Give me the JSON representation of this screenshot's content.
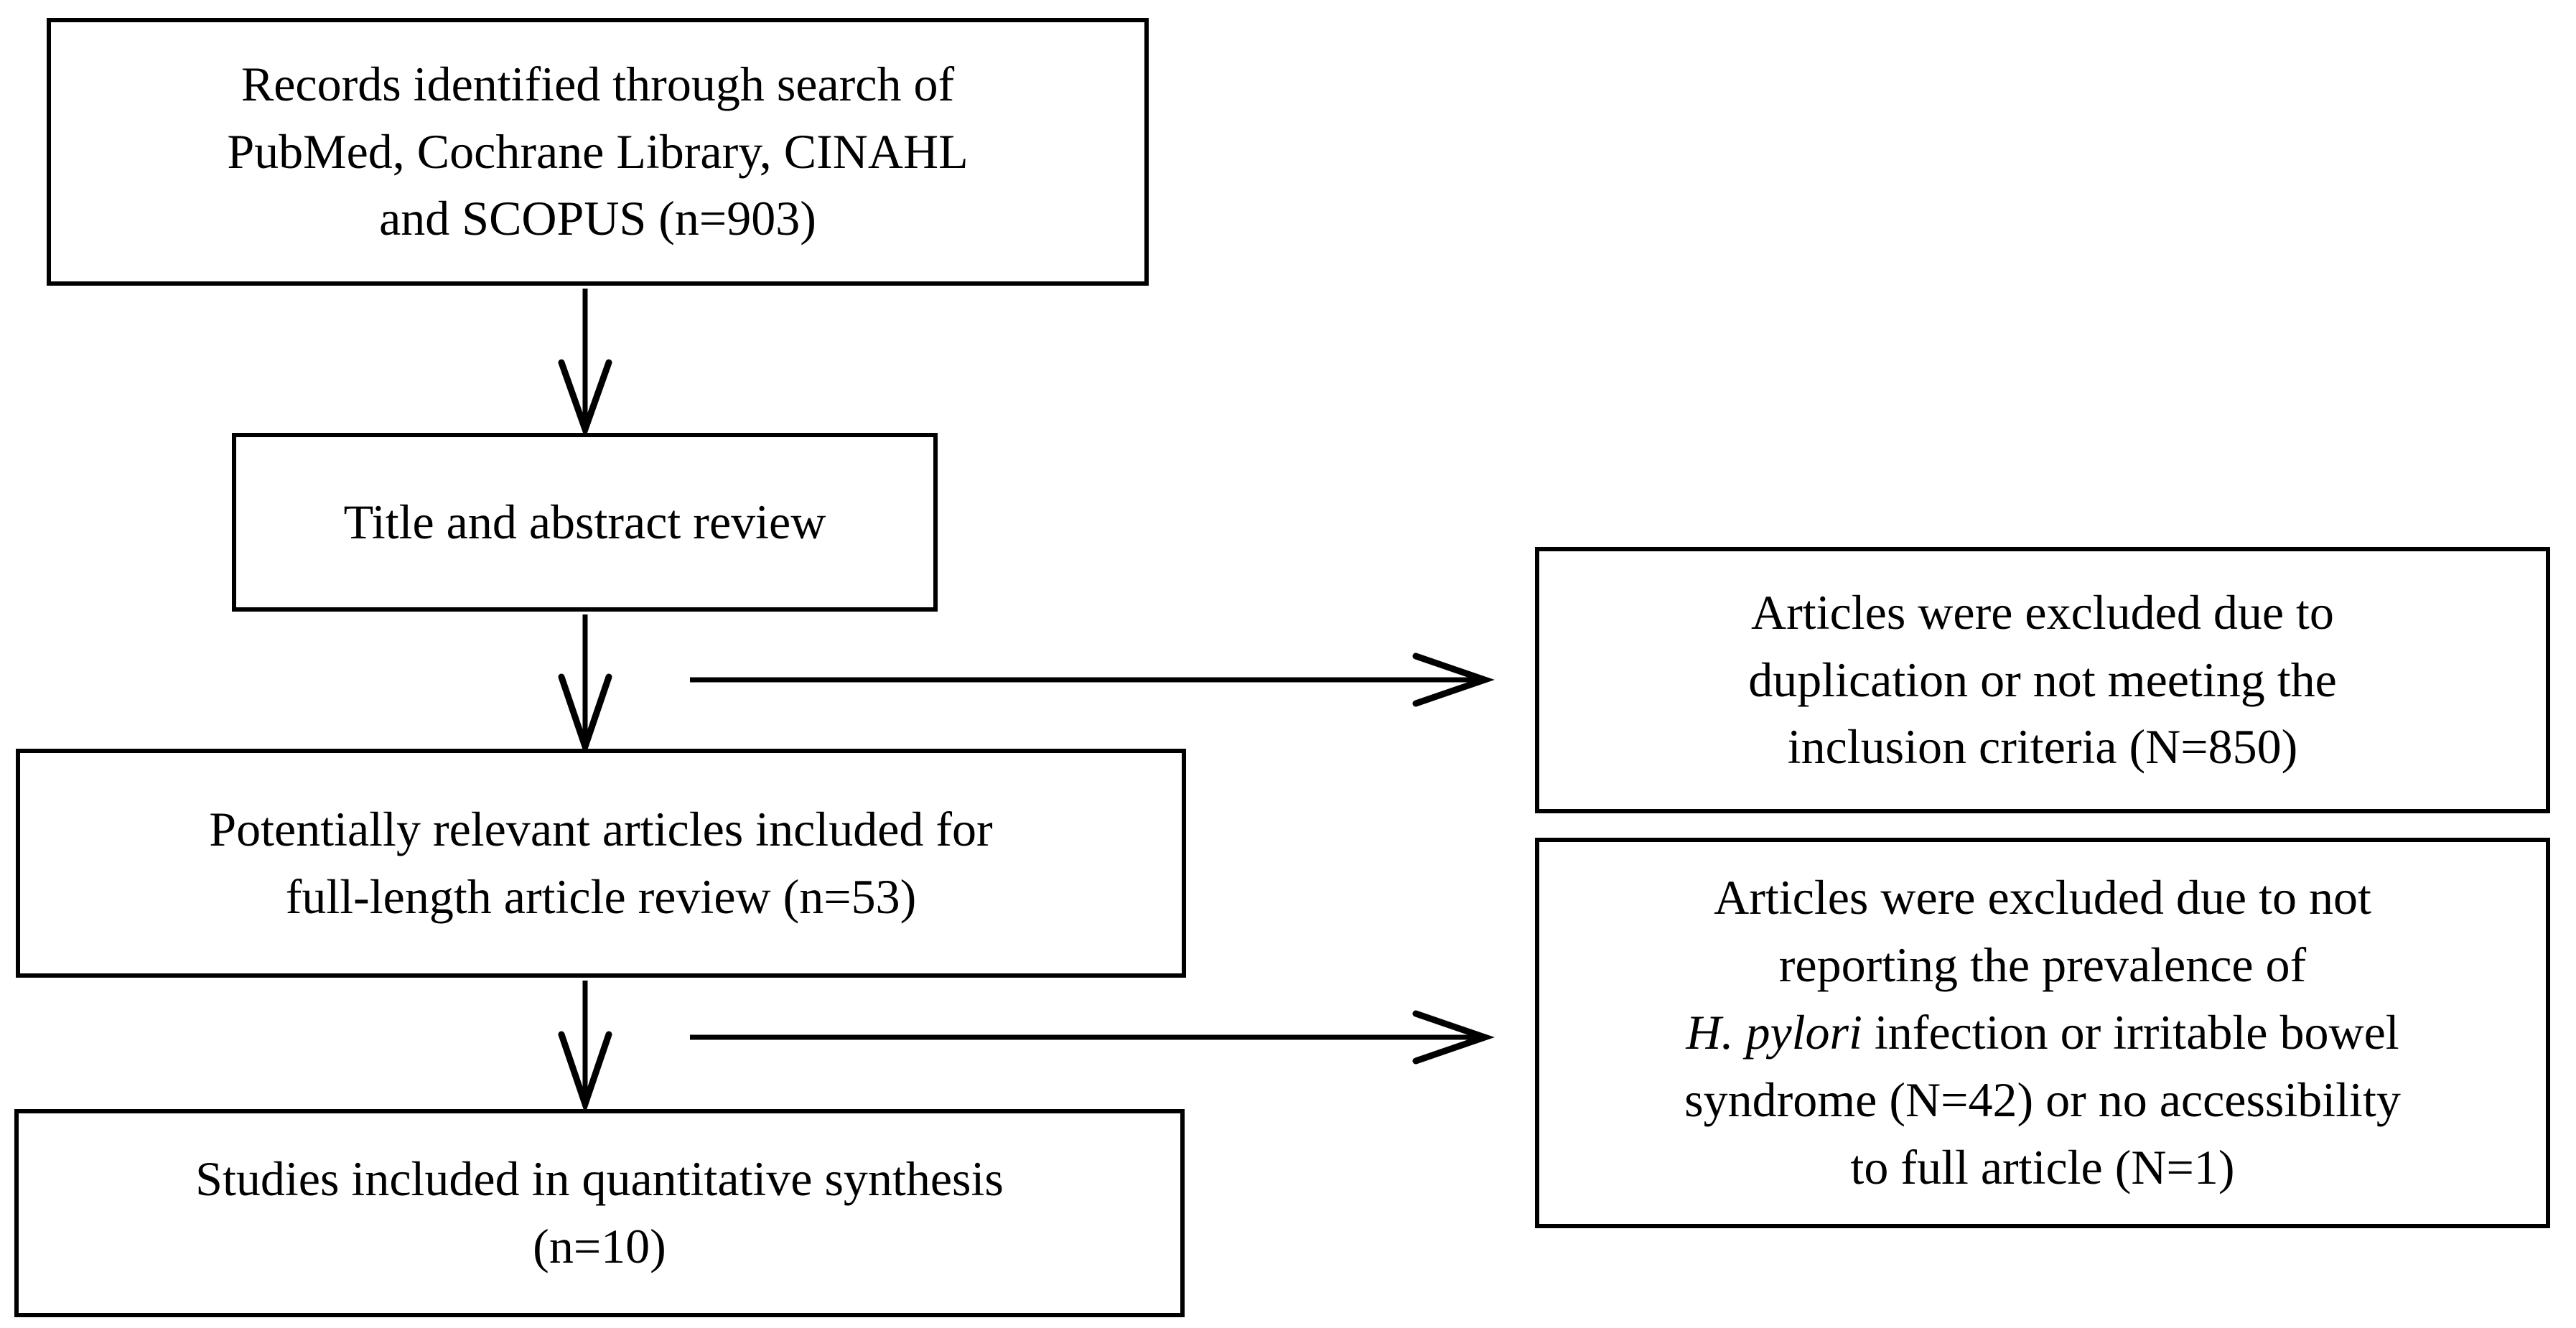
{
  "diagram": {
    "type": "flowchart",
    "subject": "study-selection-flow",
    "colors": {
      "background": "#ffffff",
      "stroke": "#000000",
      "text": "#000000"
    },
    "nodes": {
      "records": {
        "text": "Records identified through search of\nPubMed, Cochrane Library, CINAHL\nand SCOPUS (n=903)",
        "count": 903,
        "databases": [
          "PubMed",
          "Cochrane Library",
          "CINAHL",
          "SCOPUS"
        ]
      },
      "title_abstract_review": {
        "text": "Title and abstract review"
      },
      "full_length_review": {
        "text": "Potentially relevant articles included for\nfull-length article review (n=53)",
        "count": 53
      },
      "quantitative_synthesis": {
        "text": "Studies included in quantitative synthesis\n(n=10)",
        "count": 10
      },
      "excluded_duplication": {
        "text": "Articles were excluded due to\nduplication or not meeting the\ninclusion criteria (N=850)",
        "count": 850
      },
      "excluded_not_reporting": {
        "text_before_italic": "Articles were excluded due to not\nreporting the prevalence of\n",
        "italic_text": "H. pylori",
        "text_after_italic": " infection or irritable bowel\nsyndrome (N=42) or no accessibility\nto full article (N=1)",
        "counts": [
          42,
          1
        ]
      }
    },
    "edges": [
      {
        "from": "records",
        "to": "title_abstract_review",
        "direction": "down"
      },
      {
        "from": "title_abstract_review",
        "to": "full_length_review",
        "direction": "down"
      },
      {
        "from": "title_abstract_review",
        "to": "excluded_duplication",
        "direction": "right"
      },
      {
        "from": "full_length_review",
        "to": "quantitative_synthesis",
        "direction": "down"
      },
      {
        "from": "full_length_review",
        "to": "excluded_not_reporting",
        "direction": "right"
      }
    ]
  }
}
